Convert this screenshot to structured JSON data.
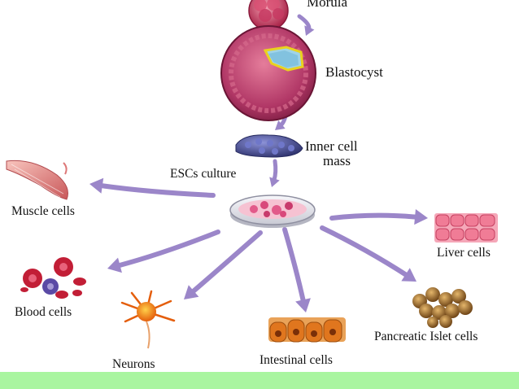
{
  "colors": {
    "arrow": "#9b86c9",
    "footer_bar": "#a9f5a0",
    "cell_pink": "#c23b6b",
    "blastocyst": "#a8345f",
    "inner_mass": "#4a4f9a",
    "dish_tissue": "#e25a8a",
    "liver": "#f07c96",
    "neuron": "#f27b16",
    "intestinal": "#e0761e",
    "islet": "#9a6b2e",
    "muscle": "#e58d8a",
    "blood_red": "#c21e36"
  },
  "labels": {
    "morula": "Morula",
    "blastocyst": "Blastocyst",
    "inner_cell_mass_line1": "Inner cell",
    "inner_cell_mass_line2": "mass",
    "escs_culture": "ESCs culture",
    "muscle": "Muscle cells",
    "blood": "Blood cells",
    "neurons": "Neurons",
    "intestinal": "Intestinal cells",
    "liver": "Liver cells",
    "pancreatic": "Pancreatic Islet cells"
  }
}
